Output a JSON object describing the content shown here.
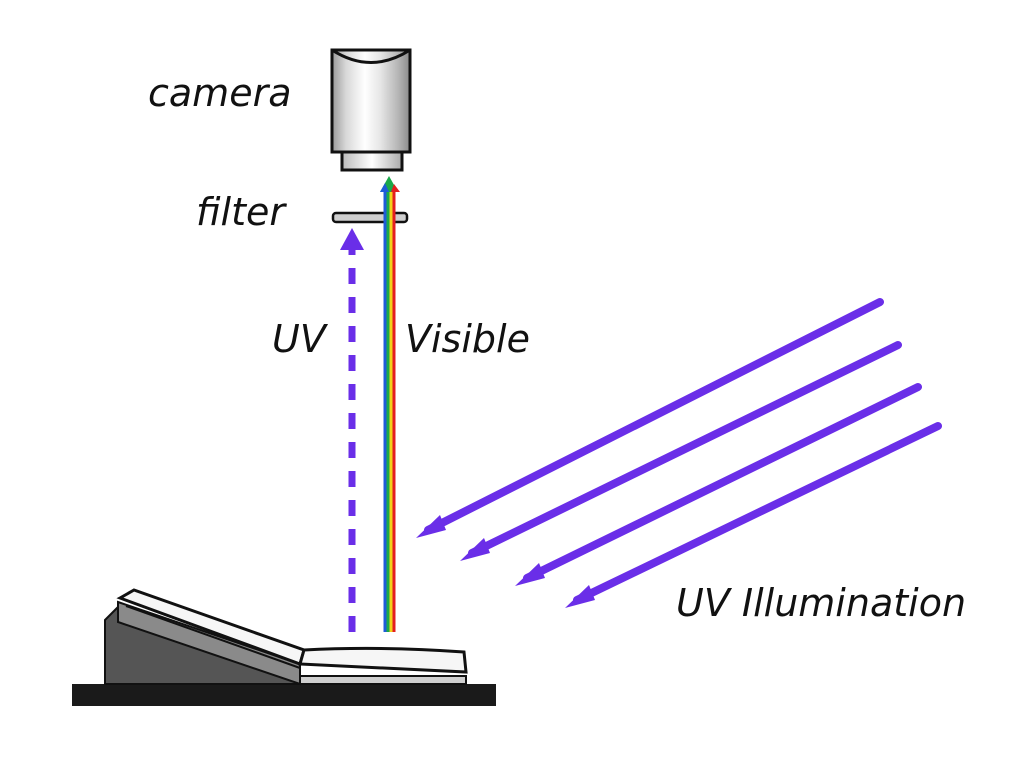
{
  "labels": {
    "camera": "camera",
    "filter": "filter",
    "uv": "UV",
    "visible": "Visible",
    "uv_illumination": "UV Illumination"
  },
  "colors": {
    "uv": "#6a2ee8",
    "spectrum": [
      "#1e5bd8",
      "#1aa84a",
      "#f2d21a",
      "#e41f1f"
    ],
    "ink": "#111111",
    "camera_light": "#f4f4f4",
    "camera_dark": "#9a9a9a",
    "base": "#1a1a1a",
    "wedge": "#555555"
  },
  "icons": {
    "camera": "camera-lens-icon",
    "filter": "filter-plate-icon",
    "object": "book-on-stand-icon"
  }
}
